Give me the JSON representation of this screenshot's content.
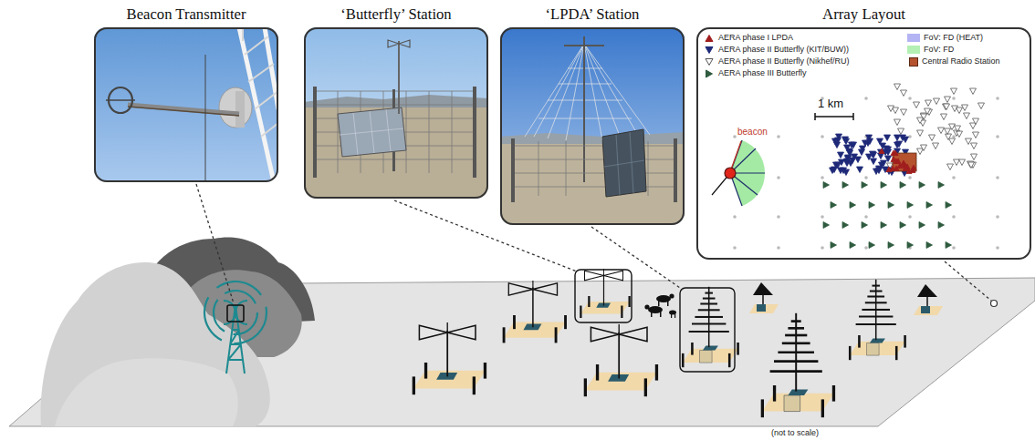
{
  "diagram": {
    "nodes": [
      {
        "text": [
          "Beacon Transmitter"
        ]
      },
      {
        "text": [
          "‘Butterfly’ Station"
        ]
      },
      {
        "text": [
          "‘LPDA’ Station"
        ]
      },
      {
        "text": [
          "Array Layout"
        ]
      }
    ],
    "labels": [
      "1 km",
      "beacon",
      "(not to scale)"
    ],
    "legend": [
      {
        "text": "AERA phase I LPDA"
      },
      {
        "text": "AERA phase II Butterfly (KIT/BUW))"
      },
      {
        "text": "AERA phase II Butterfly (Nikhef/RU)"
      },
      {
        "text": "AERA phase III Butterfly"
      },
      {
        "text": "FoV: FD (HEAT)",
        "color": "#b4b4f4"
      },
      {
        "text": "FoV: FD",
        "color": "#b4f0b4"
      },
      {
        "text": "Central Radio Station",
        "color": "#b5532f"
      }
    ]
  }
}
